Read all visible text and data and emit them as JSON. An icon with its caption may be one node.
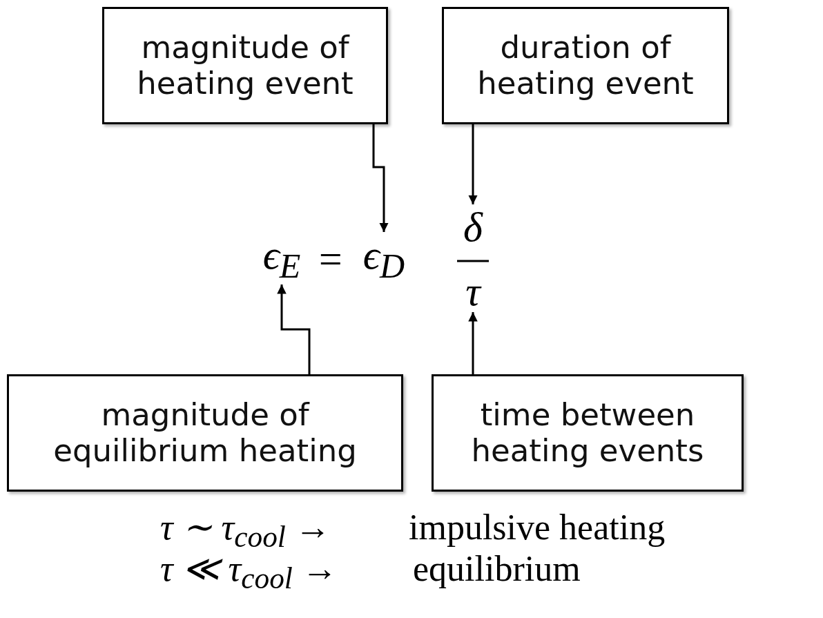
{
  "diagram": {
    "nodes": [
      {
        "text": [
          "magnitude of heating event"
        ]
      },
      {
        "text": [
          "duration of heating event"
        ]
      },
      {
        "text": [
          "ϵ$_{E}$"
        ]
      },
      {
        "text": [
          "ϵ$_{D}$"
        ]
      },
      {
        "text": [
          "δ"
        ]
      },
      {
        "text": [
          "τ"
        ]
      },
      {
        "text": [
          "magnitude of equilibrium heating"
        ]
      },
      {
        "text": [
          "time between heating events"
        ]
      }
    ],
    "edges": [
      {
        "from": 0,
        "to": 3,
        "arrow": "to"
      },
      {
        "from": 1,
        "to": 4,
        "arrow": "to"
      },
      {
        "from": 6,
        "to": 2,
        "arrow": "to"
      },
      {
        "from": 7,
        "to": 5,
        "arrow": "to"
      }
    ],
    "labels": [
      "=",
      "τ ∼ τ$_{cool}$ →",
      "impulsive heating",
      "τ ≪ τ$_{cool}$ →",
      "equilibrium"
    ]
  }
}
